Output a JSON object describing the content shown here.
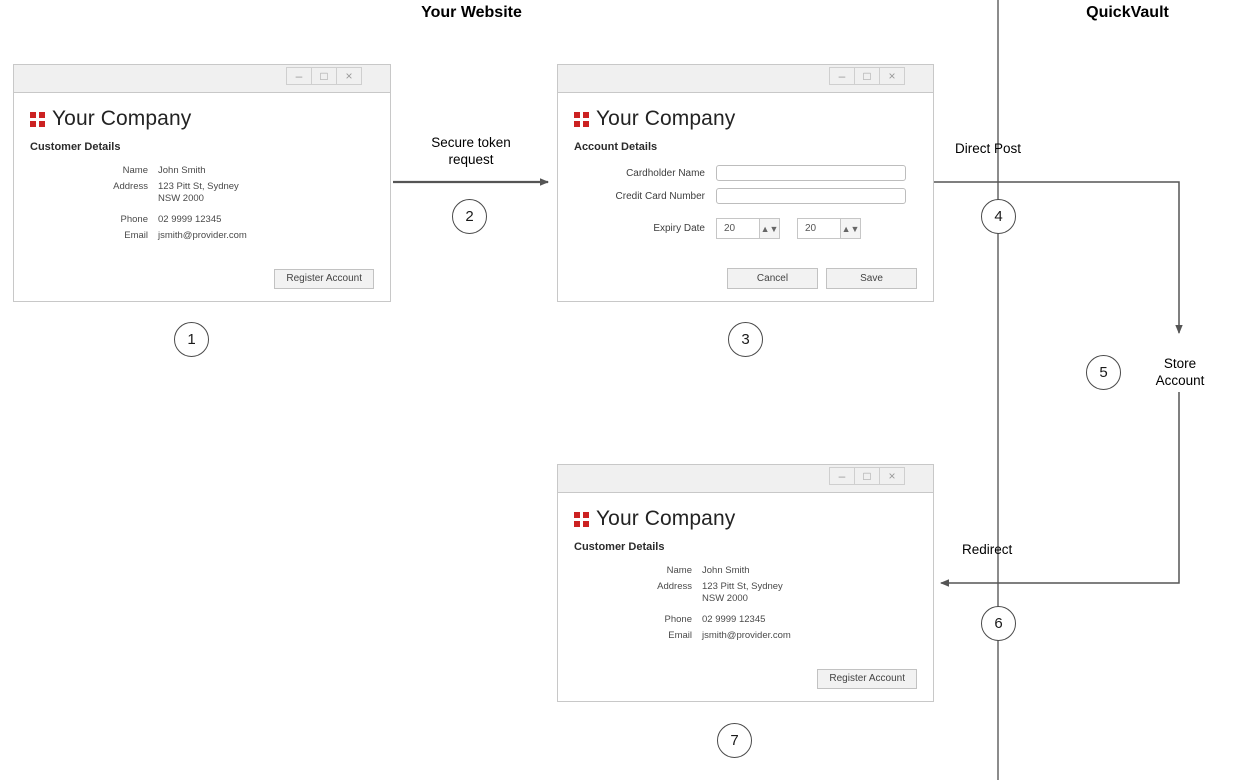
{
  "headings": {
    "left": "Your Website",
    "right": "QuickVault"
  },
  "brand": {
    "name": "Your Company",
    "logo_color": "#cc2222",
    "logo_icon": "four-square-logo-icon"
  },
  "window_controls": {
    "minimize": "–",
    "maximize": "□",
    "close": "×"
  },
  "windows": [
    {
      "id": "customer-details-initial",
      "section_title": "Customer Details",
      "fields": [
        {
          "label": "Name",
          "value": "John Smith"
        },
        {
          "label": "Address",
          "value": "123 Pitt St, Sydney\nNSW 2000"
        },
        {
          "label": "Phone",
          "value": "02 9999 12345"
        },
        {
          "label": "Email",
          "value": "jsmith@provider.com"
        }
      ],
      "primary_button": "Register Account"
    },
    {
      "id": "account-details",
      "section_title": "Account Details",
      "fields": [
        {
          "label": "Cardholder Name",
          "value": "",
          "placeholder": ""
        },
        {
          "label": "Credit Card Number",
          "value": "",
          "placeholder": ""
        }
      ],
      "expiry": {
        "label": "Expiry Date",
        "month_value": "20",
        "year_value": "20"
      },
      "cancel_button": "Cancel",
      "save_button": "Save"
    },
    {
      "id": "customer-details-final",
      "section_title": "Customer Details",
      "fields": [
        {
          "label": "Name",
          "value": "John Smith"
        },
        {
          "label": "Address",
          "value": "123 Pitt St, Sydney\nNSW 2000"
        },
        {
          "label": "Phone",
          "value": "02 9999 12345"
        },
        {
          "label": "Email",
          "value": "jsmith@provider.com"
        }
      ],
      "primary_button": "Register Account"
    }
  ],
  "flow": {
    "labels": {
      "secure_token_request": "Secure token\nrequest",
      "direct_post": "Direct Post",
      "store_account": "Store\nAccount",
      "redirect": "Redirect"
    },
    "steps": [
      "1",
      "2",
      "3",
      "4",
      "5",
      "6",
      "7"
    ]
  }
}
